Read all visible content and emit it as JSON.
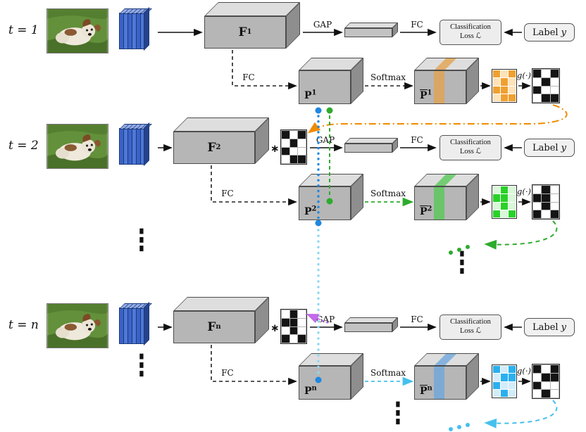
{
  "shared": {
    "gap": "GAP",
    "fc": "FC",
    "softmax": "Softmax",
    "g": "g(·)",
    "star": "∗",
    "vdots": "⋮",
    "loss_line1": "Classification",
    "loss_line2": "Loss ℒ",
    "label_prefix": "Label",
    "label_var": "y"
  },
  "symbols": {
    "F": "F",
    "P": "P"
  },
  "rows": [
    {
      "t": "t = 1",
      "sup": "1"
    },
    {
      "t": "t = 2",
      "sup": "2"
    },
    {
      "t": "t = n",
      "sup": "n"
    }
  ],
  "colors": {
    "arrow_black": "#111111",
    "orange": "#f08c00",
    "green": "#2eab2e",
    "bright_blue": "#1e88e0",
    "light_blue": "#8fd8f2",
    "cyan": "#45c0ec",
    "violet": "#c26ae8",
    "slice_orange": "#e2a24f",
    "slice_green": "#57c957",
    "slice_blue": "#6fa8dc"
  },
  "grids": {
    "grid1_orange": {
      "gap": "#ffffff",
      "on": "#f0a030",
      "off": "#ffe2b8",
      "cells": [
        [
          1,
          0,
          1
        ],
        [
          0,
          1,
          0
        ],
        [
          1,
          1,
          0
        ],
        [
          0,
          1,
          1
        ]
      ]
    },
    "mask1_out": {
      "gap": "#b5b5b5",
      "on": "#ffffff",
      "off": "#141414",
      "cells": [
        [
          0,
          1,
          0
        ],
        [
          1,
          0,
          1
        ],
        [
          0,
          1,
          1
        ],
        [
          1,
          0,
          0
        ]
      ]
    },
    "mask2_in": {
      "gap": "#b5b5b5",
      "on": "#ffffff",
      "off": "#141414",
      "cells": [
        [
          0,
          1,
          0
        ],
        [
          1,
          0,
          1
        ],
        [
          0,
          1,
          1
        ],
        [
          1,
          0,
          0
        ]
      ]
    },
    "grid2_green": {
      "gap": "#ffffff",
      "on": "#28d228",
      "off": "#d8f8d8",
      "cells": [
        [
          0,
          1,
          0
        ],
        [
          1,
          1,
          0
        ],
        [
          0,
          1,
          0
        ],
        [
          1,
          0,
          1
        ]
      ]
    },
    "mask2_out": {
      "gap": "#b5b5b5",
      "on": "#ffffff",
      "off": "#141414",
      "cells": [
        [
          1,
          0,
          1
        ],
        [
          0,
          0,
          1
        ],
        [
          1,
          0,
          1
        ],
        [
          0,
          1,
          0
        ]
      ]
    },
    "mask3_in": {
      "gap": "#b5b5b5",
      "on": "#ffffff",
      "off": "#141414",
      "cells": [
        [
          1,
          0,
          1
        ],
        [
          0,
          0,
          1
        ],
        [
          1,
          0,
          1
        ],
        [
          0,
          1,
          0
        ]
      ]
    },
    "grid3_blue": {
      "gap": "#ffffff",
      "on": "#2ab0f0",
      "off": "#d2ecfa",
      "cells": [
        [
          1,
          0,
          1
        ],
        [
          0,
          1,
          1
        ],
        [
          1,
          0,
          0
        ],
        [
          0,
          1,
          0
        ]
      ]
    },
    "mask3_out": {
      "gap": "#b5b5b5",
      "on": "#ffffff",
      "off": "#141414",
      "cells": [
        [
          0,
          1,
          0
        ],
        [
          1,
          0,
          0
        ],
        [
          0,
          1,
          1
        ],
        [
          1,
          0,
          1
        ]
      ]
    }
  }
}
